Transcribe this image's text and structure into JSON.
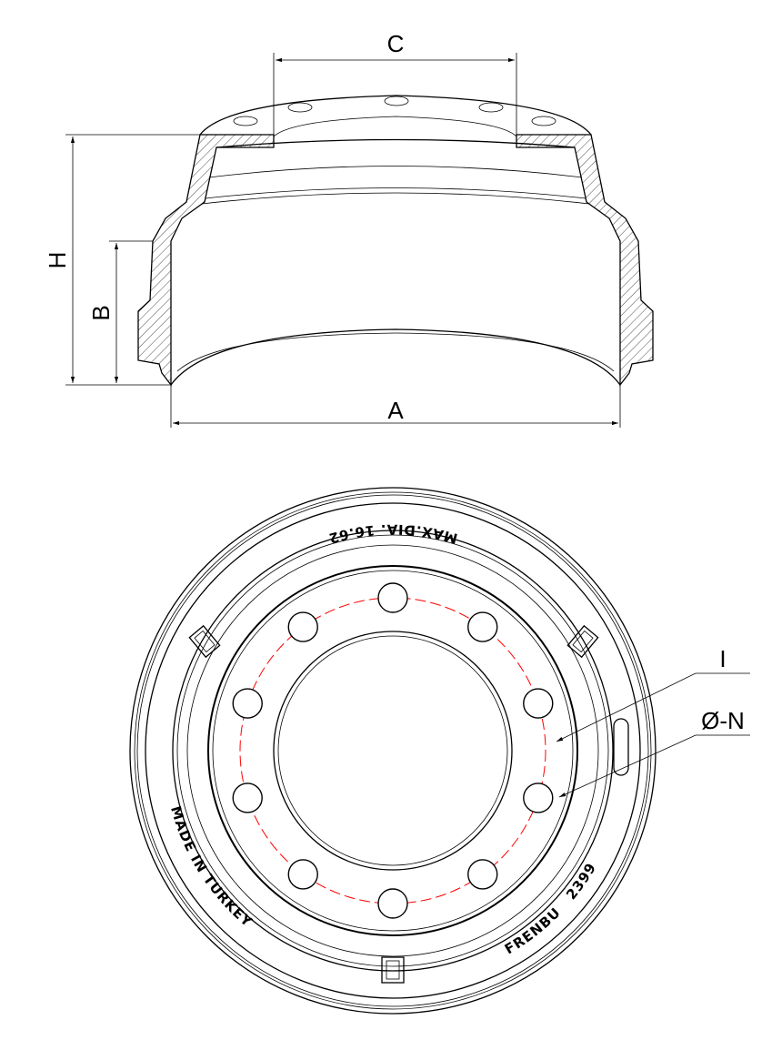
{
  "side_view": {
    "dim_c": "C",
    "dim_h": "H",
    "dim_b": "B",
    "dim_a": "A"
  },
  "front_view": {
    "max_dia_text": "MAX.DIA. 16.62",
    "origin_text": "MADE IN TURKEY",
    "brand_text": "FRENBU   2399",
    "label_i": "I",
    "label_n": "Ø-N",
    "bolt_hole_count": 10
  },
  "colors": {
    "line": "#000000",
    "bolt_circle": "#ff0000"
  }
}
